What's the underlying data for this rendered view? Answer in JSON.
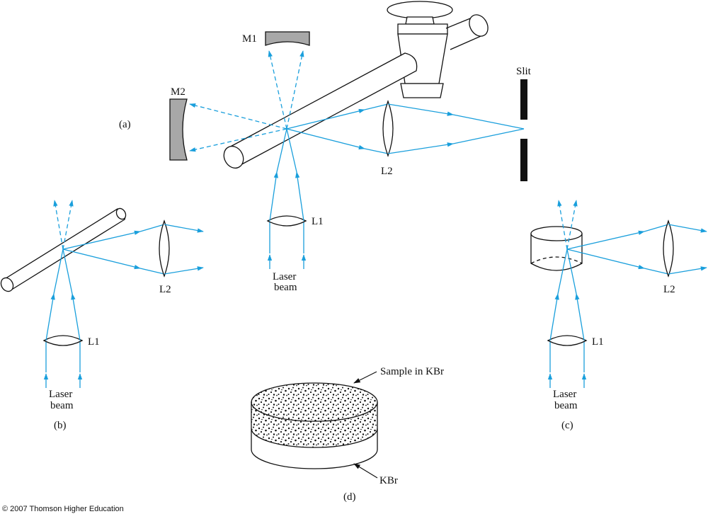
{
  "panels": {
    "a": {
      "tag": "(a)",
      "mirror1": "M1",
      "mirror2": "M2",
      "slit": "Slit",
      "lens1": "L1",
      "lens2": "L2",
      "beam_line1": "Laser",
      "beam_line2": "beam"
    },
    "b": {
      "tag": "(b)",
      "lens1": "L1",
      "lens2": "L2",
      "beam_line1": "Laser",
      "beam_line2": "beam"
    },
    "c": {
      "tag": "(c)",
      "lens1": "L1",
      "lens2": "L2",
      "beam_line1": "Laser",
      "beam_line2": "beam"
    },
    "d": {
      "tag": "(d)",
      "sample_label": "Sample in KBr",
      "base_label": "KBr"
    }
  },
  "footer": {
    "copyright": "© 2007 Thomson Higher Education"
  },
  "colors": {
    "ray": "#1a9fdc",
    "ink": "#111111",
    "mirror_fill": "#a8a8a8"
  }
}
